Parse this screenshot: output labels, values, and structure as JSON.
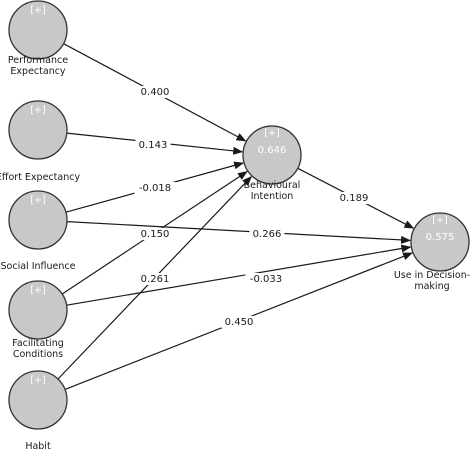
{
  "diagram": {
    "nodes": [
      {
        "id": "pe",
        "tag": "[+]",
        "r2": "",
        "label_lines": [
          "Performance",
          "Expectancy"
        ]
      },
      {
        "id": "ee",
        "tag": "[+]",
        "r2": "",
        "label_lines": [
          "Effort Expectancy"
        ]
      },
      {
        "id": "si",
        "tag": "[+]",
        "r2": "",
        "label_lines": [
          "Social Influence"
        ]
      },
      {
        "id": "fc",
        "tag": "[+]",
        "r2": "",
        "label_lines": [
          "Facilitating",
          "Conditions"
        ]
      },
      {
        "id": "hb",
        "tag": "[+]",
        "r2": "",
        "label_lines": [
          "Habit"
        ]
      },
      {
        "id": "bi",
        "tag": "[+]",
        "r2": "0.646",
        "label_lines": [
          "Behavioural",
          "Intention"
        ]
      },
      {
        "id": "ud",
        "tag": "[+]",
        "r2": "0.575",
        "label_lines": [
          "Use in Decision-",
          "making"
        ]
      }
    ],
    "edges": [
      {
        "from": "pe",
        "to": "bi",
        "value": "0.400"
      },
      {
        "from": "ee",
        "to": "bi",
        "value": "0.143"
      },
      {
        "from": "si",
        "to": "bi",
        "value": "-0.018"
      },
      {
        "from": "fc",
        "to": "bi",
        "value": "0.150"
      },
      {
        "from": "hb",
        "to": "bi",
        "value": "0.261"
      },
      {
        "from": "bi",
        "to": "ud",
        "value": "0.189"
      },
      {
        "from": "si",
        "to": "ud",
        "value": "0.266"
      },
      {
        "from": "fc",
        "to": "ud",
        "value": "-0.033"
      },
      {
        "from": "hb",
        "to": "ud",
        "value": "0.450"
      }
    ],
    "colors": {
      "node_fill": "#c8c8c8",
      "node_stroke": "#333333",
      "line": "#1a1a1a",
      "text": "#1a1a1a",
      "node_text": "#ffffff"
    }
  }
}
